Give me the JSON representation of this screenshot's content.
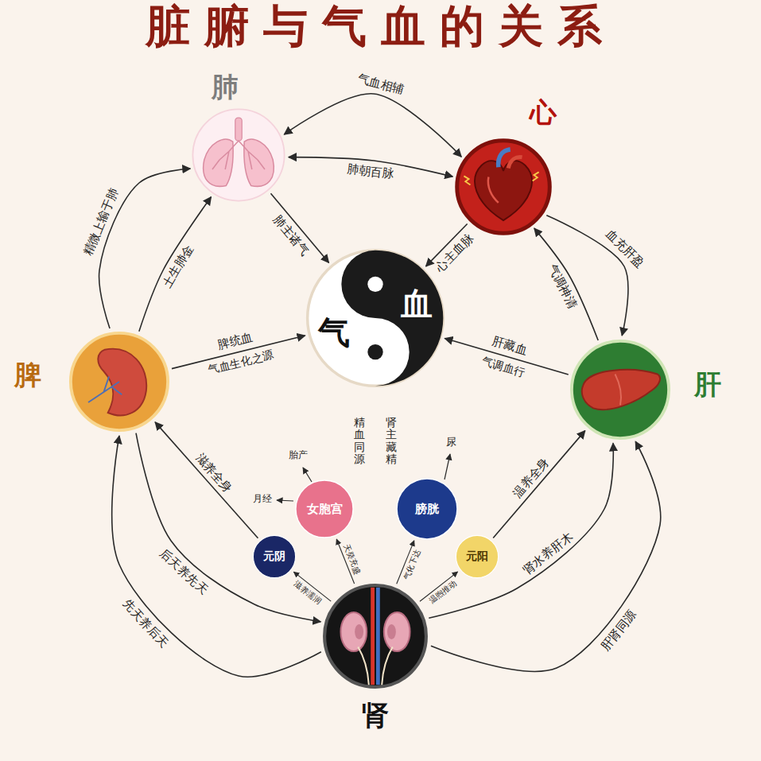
{
  "diagram": {
    "title": "脏腑与气血的关系",
    "nodes": [
      {
        "text": [
          "肺"
        ]
      },
      {
        "text": [
          "心"
        ]
      },
      {
        "text": [
          "气",
          "血"
        ]
      },
      {
        "text": [
          "脾"
        ]
      },
      {
        "text": [
          "肝"
        ]
      },
      {
        "text": [
          "女胞宫"
        ]
      },
      {
        "text": [
          "膀胱"
        ]
      },
      {
        "text": [
          "元阴"
        ]
      },
      {
        "text": [
          "元阳"
        ]
      },
      {
        "text": [
          "肾"
        ]
      }
    ],
    "edges": [
      {
        "from": 0,
        "to": 1,
        "arrow": "both",
        "label": "气血相辅"
      },
      {
        "from": 0,
        "to": 1,
        "arrow": "both",
        "label": "肺朝百脉"
      },
      {
        "from": 0,
        "to": 2,
        "arrow": "to",
        "label": "肺主诸气"
      },
      {
        "from": 1,
        "to": 2,
        "arrow": "to",
        "label": "心主血脉"
      },
      {
        "from": 3,
        "to": 2,
        "arrow": "to",
        "label": "脾统血"
      },
      {
        "from": 4,
        "to": 2,
        "arrow": "to",
        "label": "肝藏血"
      },
      {
        "from": 3,
        "to": 0,
        "arrow": "to",
        "label": "精微上输于肺"
      },
      {
        "from": 3,
        "to": 0,
        "arrow": "to",
        "label": "土生肺金"
      },
      {
        "from": 1,
        "to": 4,
        "arrow": "to",
        "label": "血充肝盈"
      },
      {
        "from": 4,
        "to": 1,
        "arrow": "to",
        "label": "气调神清"
      },
      {
        "from": 9,
        "to": 3,
        "arrow": "to",
        "label": "先天养后天"
      },
      {
        "from": 3,
        "to": 9,
        "arrow": "to",
        "label": "后天养先天"
      },
      {
        "from": 9,
        "to": 4,
        "arrow": "to",
        "label": "肾水养肝木"
      },
      {
        "from": 9,
        "to": 4,
        "arrow": "to",
        "label": "肝肾同源"
      },
      {
        "from": 7,
        "to": 3,
        "arrow": "to",
        "label": "滋养全身"
      },
      {
        "from": 8,
        "to": 4,
        "arrow": "to",
        "label": "温养全身"
      },
      {
        "from": 9,
        "to": 7,
        "arrow": "to",
        "label": "滋养濡润"
      },
      {
        "from": 9,
        "to": 5,
        "arrow": "to",
        "label": "天癸充盛"
      },
      {
        "from": 9,
        "to": 6,
        "arrow": "to",
        "label": "气化下达"
      },
      {
        "from": 9,
        "to": 8,
        "arrow": "to",
        "label": "温煦推动"
      }
    ],
    "labels": [
      "气血生化之源",
      "气调血行",
      "精血同源",
      "肾主藏精",
      "尿",
      "胎产",
      "月经"
    ]
  }
}
